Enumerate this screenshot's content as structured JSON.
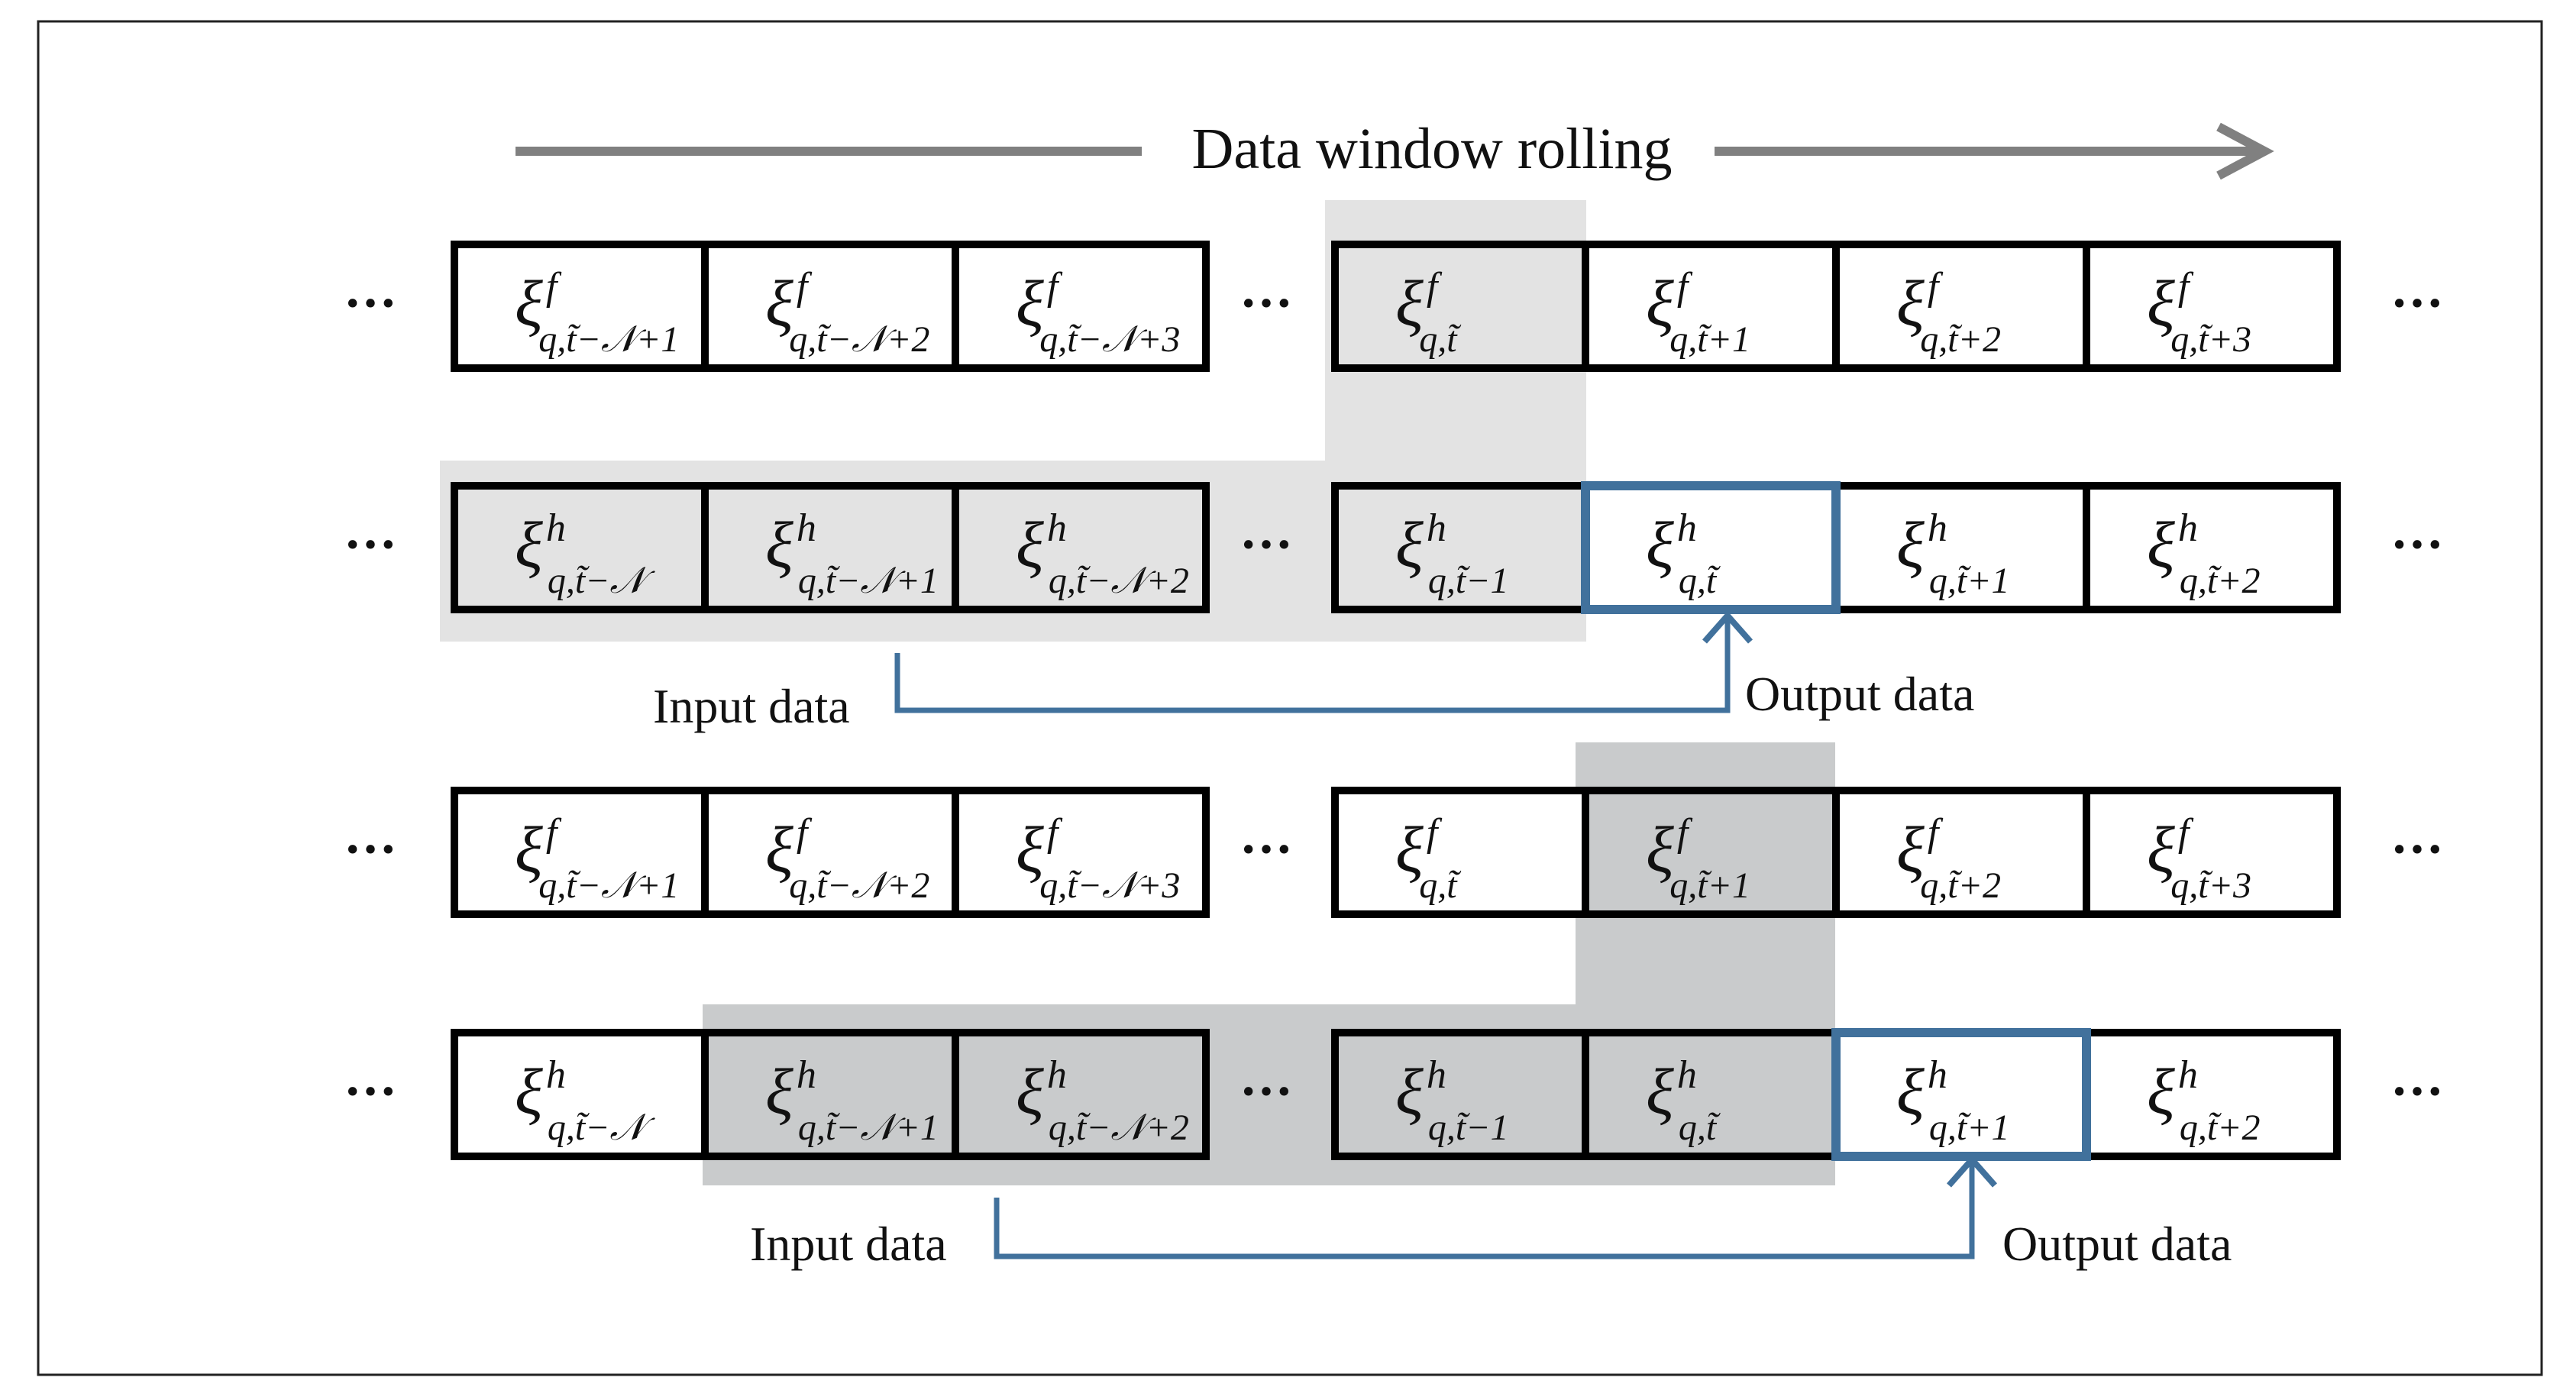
{
  "title": "Data window rolling",
  "ellipsis": "···",
  "labels": {
    "input_1": "Input data",
    "output_1": "Output data",
    "input_2": "Input data",
    "output_2": "Output data"
  },
  "colors": {
    "frame": "#222222",
    "cell_border": "#000000",
    "highlight_border": "#41719c",
    "connector": "#41719c",
    "shade_light": "#e3e3e3",
    "shade_dark": "#c9cbcc",
    "arrow_gray": "#808080",
    "text": "#111111"
  },
  "rows": [
    {
      "id": "row1-f",
      "symbol": "f",
      "left_cells": [
        {
          "sub": "t̃−𝒩+1",
          "shaded": false
        },
        {
          "sub": "t̃−𝒩+2",
          "shaded": false
        },
        {
          "sub": "t̃−𝒩+3",
          "shaded": false
        }
      ],
      "right_cells": [
        {
          "sub": "t̃",
          "shaded": true
        },
        {
          "sub": "t̃+1",
          "shaded": false
        },
        {
          "sub": "t̃+2",
          "shaded": false
        },
        {
          "sub": "t̃+3",
          "shaded": false
        }
      ]
    },
    {
      "id": "row2-h",
      "symbol": "h",
      "left_cells": [
        {
          "sub": "t̃−𝒩",
          "shaded": true
        },
        {
          "sub": "t̃−𝒩+1",
          "shaded": true
        },
        {
          "sub": "t̃−𝒩+2",
          "shaded": true
        }
      ],
      "right_cells": [
        {
          "sub": "t̃−1",
          "shaded": true
        },
        {
          "sub": "t̃",
          "shaded": false,
          "highlight": true
        },
        {
          "sub": "t̃+1",
          "shaded": false
        },
        {
          "sub": "t̃+2",
          "shaded": false
        }
      ]
    },
    {
      "id": "row3-f",
      "symbol": "f",
      "left_cells": [
        {
          "sub": "t̃−𝒩+1",
          "shaded": false
        },
        {
          "sub": "t̃−𝒩+2",
          "shaded": false
        },
        {
          "sub": "t̃−𝒩+3",
          "shaded": false
        }
      ],
      "right_cells": [
        {
          "sub": "t̃",
          "shaded": false
        },
        {
          "sub": "t̃+1",
          "shaded": true
        },
        {
          "sub": "t̃+2",
          "shaded": false
        },
        {
          "sub": "t̃+3",
          "shaded": false
        }
      ]
    },
    {
      "id": "row4-h",
      "symbol": "h",
      "left_cells": [
        {
          "sub": "t̃−𝒩",
          "shaded": false
        },
        {
          "sub": "t̃−𝒩+1",
          "shaded": true
        },
        {
          "sub": "t̃−𝒩+2",
          "shaded": true
        }
      ],
      "right_cells": [
        {
          "sub": "t̃−1",
          "shaded": true
        },
        {
          "sub": "t̃",
          "shaded": true
        },
        {
          "sub": "t̃+1",
          "shaded": false,
          "highlight": true
        },
        {
          "sub": "t̃+2",
          "shaded": false
        }
      ]
    }
  ],
  "cell_prefix": "q,"
}
